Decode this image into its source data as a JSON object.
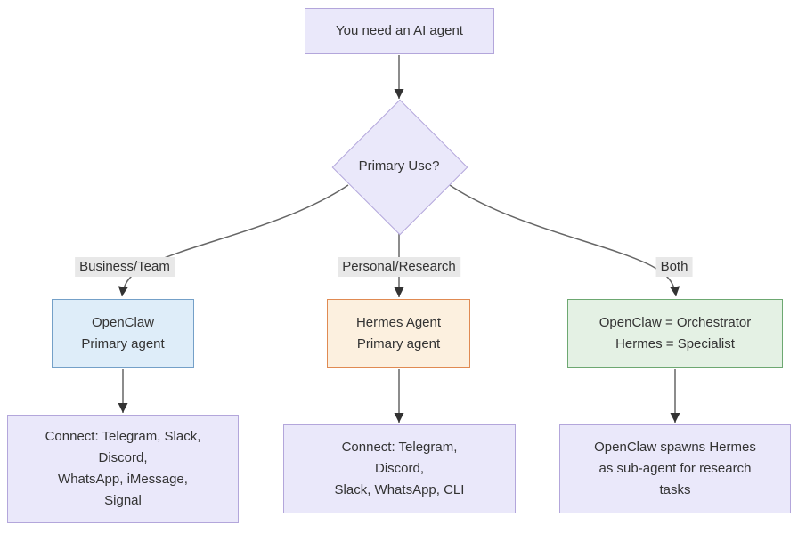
{
  "flowchart": {
    "start": {
      "label": "You need an AI agent"
    },
    "decision": {
      "label": "Primary Use?"
    },
    "branches": {
      "business": {
        "edge_label": "Business/Team"
      },
      "personal": {
        "edge_label": "Personal/Research"
      },
      "both": {
        "edge_label": "Both"
      }
    },
    "nodes": {
      "openclaw_primary": {
        "lines": [
          "OpenClaw",
          "Primary agent"
        ]
      },
      "hermes_primary": {
        "lines": [
          "Hermes Agent",
          "Primary agent"
        ]
      },
      "orchestrator": {
        "lines": [
          "OpenClaw = Orchestrator",
          "Hermes = Specialist"
        ]
      },
      "openclaw_connect": {
        "lines": [
          "Connect: Telegram, Slack,",
          "Discord,",
          "WhatsApp, iMessage,",
          "Signal"
        ]
      },
      "hermes_connect": {
        "lines": [
          "Connect: Telegram,",
          "Discord,",
          "Slack, WhatsApp, CLI"
        ]
      },
      "both_detail": {
        "lines": [
          "OpenClaw spawns Hermes",
          "as sub-agent for research",
          "tasks"
        ]
      }
    },
    "colors": {
      "lavender_fill": "#EAE8FA",
      "lavender_border": "#B3A6DB",
      "blue_fill": "#DEEDF9",
      "blue_border": "#74A0C8",
      "orange_fill": "#FCF0DF",
      "orange_border": "#E08A52",
      "green_fill": "#E4F1E4",
      "green_border": "#6DA871",
      "edge_label_bg": "#E8E8E8",
      "edge_stroke": "#666666",
      "arrowhead": "#333333",
      "text": "#333333"
    }
  }
}
